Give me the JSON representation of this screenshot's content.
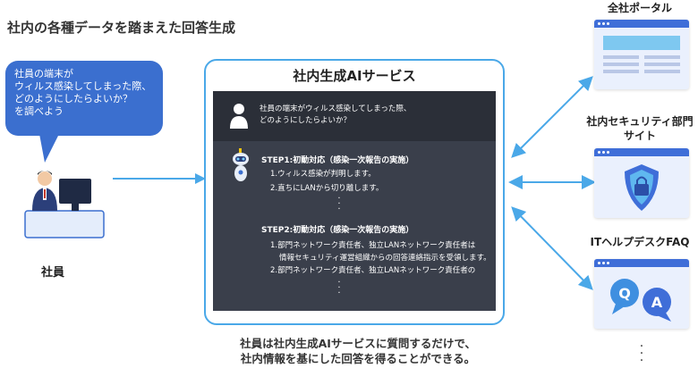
{
  "heading": "社内の各種データを踏まえた回答生成",
  "bubble": {
    "lines": [
      "社員の端末が",
      "ウィルス感染してしまった際、",
      "どのようにしたらよいか？",
      "を調べよう"
    ]
  },
  "employee_label": "社員",
  "service": {
    "title": "社内生成AIサービス",
    "question_lines": [
      "社員の端末がウィルス感染してしまった際、",
      "どのようにしたらよいか？"
    ],
    "step1": {
      "title": "STEP1:初動対応（感染一次報告の実施）",
      "items": [
        "1.ウィルス感染が判明します。",
        "2.直ちにLANから切り離します。"
      ]
    },
    "step2": {
      "title": "STEP2:初動対応（感染一次報告の実施）",
      "items": [
        "1.部門ネットワーク責任者、独立LANネットワーク責任者は",
        "情報セキュリティ運営組織からの回答連絡指示を受領します。",
        "2.部門ネットワーク責任者、独立LANネットワーク責任者の"
      ]
    }
  },
  "footer_lines": [
    "社員は社内生成AIサービスに質問するだけで、",
    "社内情報を基にした回答を得ることができる。"
  ],
  "sources": [
    {
      "label_lines": [
        "全社ポータル"
      ],
      "icon": "portal-icon"
    },
    {
      "label_lines": [
        "社内セキュリティ部門",
        "サイト"
      ],
      "icon": "shield-lock-icon"
    },
    {
      "label_lines": [
        "ITヘルプデスクFAQ"
      ],
      "icon": "qa-icon"
    }
  ],
  "colors": {
    "accent_blue": "#3b6fcf",
    "arrow_blue": "#4aa8e8",
    "panel_dark": "#3a3f4b"
  }
}
